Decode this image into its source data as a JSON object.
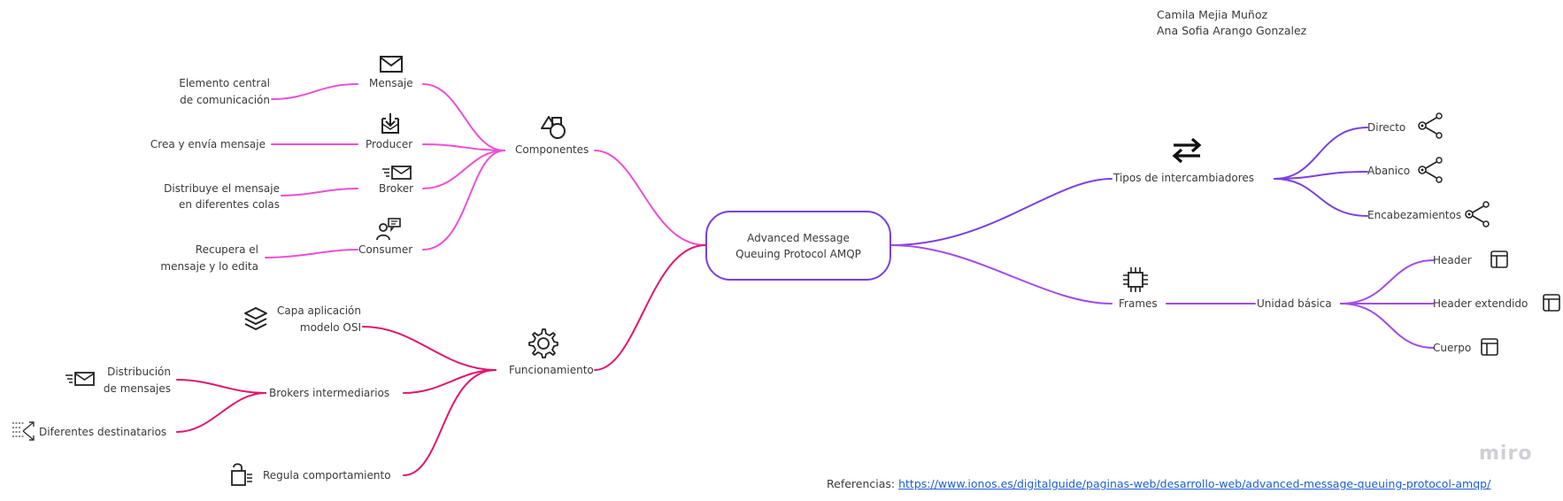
{
  "center": {
    "line1": "Advanced Message",
    "line2": "Queuing Protocol AMQP"
  },
  "authors": [
    "Camila Mejia Muñoz",
    "Ana Sofia Arango Gonzalez"
  ],
  "componentes": {
    "label": "Componentes",
    "mensaje": {
      "label": "Mensaje",
      "desc1": "Elemento central",
      "desc2": "de comunicación"
    },
    "producer": {
      "label": "Producer",
      "desc": "Crea y envía mensaje"
    },
    "broker": {
      "label": "Broker",
      "desc1": "Distribuye el mensaje",
      "desc2": "en diferentes colas"
    },
    "consumer": {
      "label": "Consumer",
      "desc1": "Recupera el",
      "desc2": "mensaje y lo edita"
    }
  },
  "funcionamiento": {
    "label": "Funcionamiento",
    "capa": {
      "line1": "Capa aplicación",
      "line2": "modelo OSI"
    },
    "brokers": {
      "label": "Brokers intermediarios",
      "distribucion1": "Distribución",
      "distribucion2": "de mensajes",
      "destinatarios": "Diferentes destinatarios"
    },
    "regula": "Regula comportamiento"
  },
  "tipos": {
    "label": "Tipos de intercambiadores",
    "items": [
      "Directo",
      "Abanico",
      "Encabezamientos"
    ]
  },
  "frames": {
    "label": "Frames",
    "unidad": "Unidad básica",
    "items": [
      "Header",
      "Header extendido",
      "Cuerpo"
    ]
  },
  "references": {
    "label": "Referencias:",
    "url": "https://www.ionos.es/digitalguide/paginas-web/desarrollo-web/advanced-message-queuing-protocol-amqp/"
  },
  "watermark": "miro",
  "colors": {
    "componentes": "#ec4fd6",
    "funcionamiento": "#e0166f",
    "tipos": "#7b3fe0",
    "frames": "#a44ae8",
    "center_border": "#7b3fe0"
  }
}
